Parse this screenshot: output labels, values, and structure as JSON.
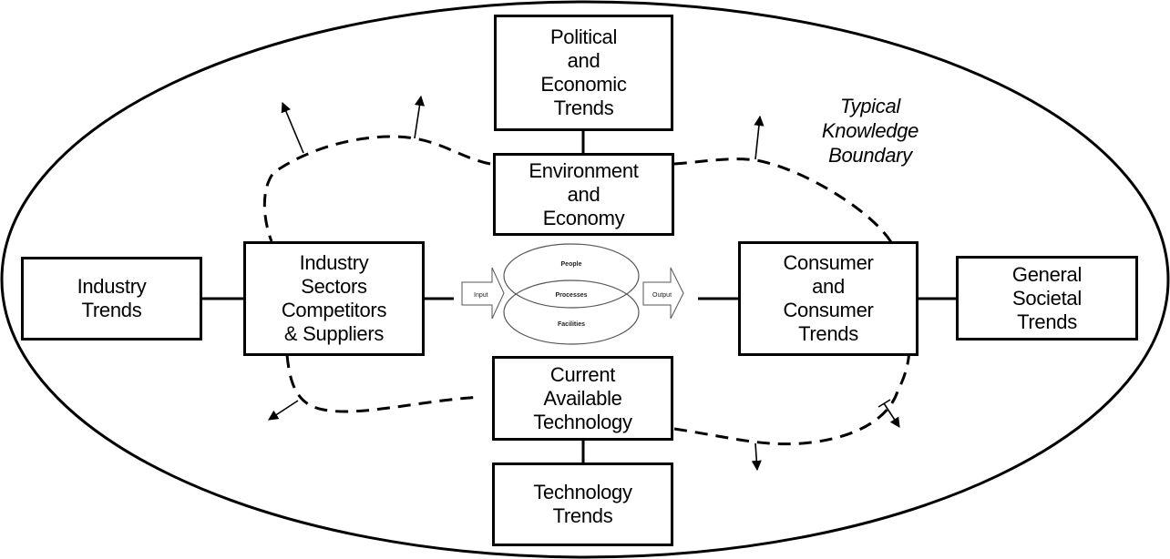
{
  "boxes": {
    "political_economic_trends": "Political\nand\nEconomic\nTrends",
    "environment_economy": "Environment\nand\nEconomy",
    "industry_trends": "Industry\nTrends",
    "industry_sectors": "Industry\nSectors\nCompetitors\n& Suppliers",
    "consumer_trends": "Consumer\nand\nConsumer\nTrends",
    "general_societal_trends": "General\nSocietal\nTrends",
    "current_available_technology": "Current\nAvailable\nTechnology",
    "technology_trends": "Technology\nTrends"
  },
  "boundary_label": "Typical\nKnowledge\nBoundary",
  "process": {
    "people": "People",
    "processes": "Processes",
    "facilities": "Facilities",
    "input": "Input",
    "output": "Output"
  }
}
